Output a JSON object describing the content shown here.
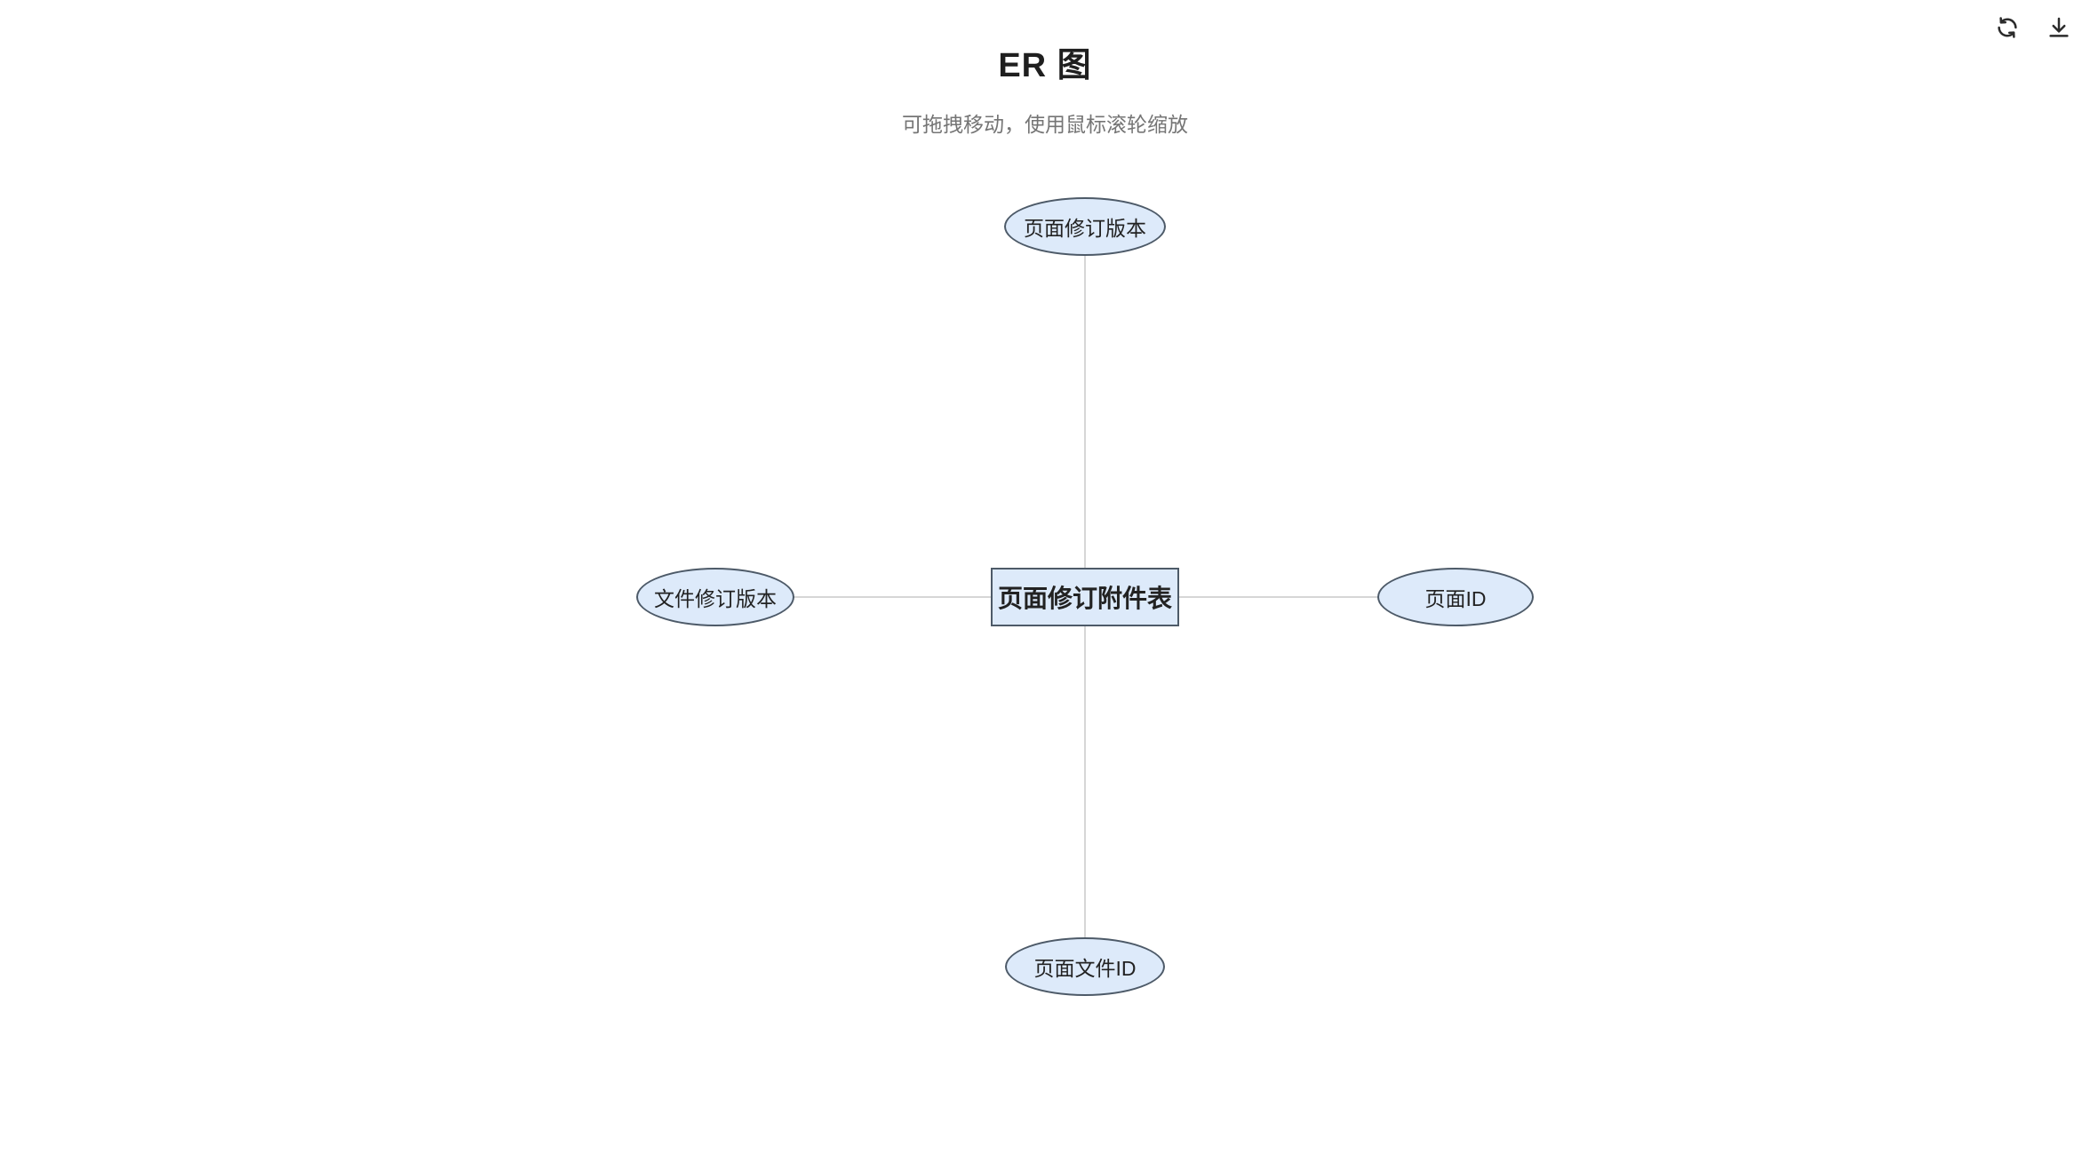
{
  "header": {
    "title": "ER 图",
    "subtitle": "可拖拽移动，使用鼠标滚轮缩放"
  },
  "toolbar": {
    "icons": [
      {
        "name": "refresh-icon"
      },
      {
        "name": "download-icon"
      }
    ]
  },
  "diagram": {
    "entity": {
      "label": "页面修订附件表",
      "shape": "rectangle"
    },
    "attributes": [
      {
        "label": "页面修订版本",
        "position": "top",
        "shape": "ellipse"
      },
      {
        "label": "文件修订版本",
        "position": "left",
        "shape": "ellipse"
      },
      {
        "label": "页面ID",
        "position": "right",
        "shape": "ellipse"
      },
      {
        "label": "页面文件ID",
        "position": "bottom",
        "shape": "ellipse"
      }
    ],
    "colors": {
      "node_fill": "#ddeafa",
      "node_border": "#4d5a68",
      "line": "#c8c8c8",
      "title": "#1f1f1f",
      "subtitle": "#757575",
      "icon": "#2b2b2b"
    }
  }
}
